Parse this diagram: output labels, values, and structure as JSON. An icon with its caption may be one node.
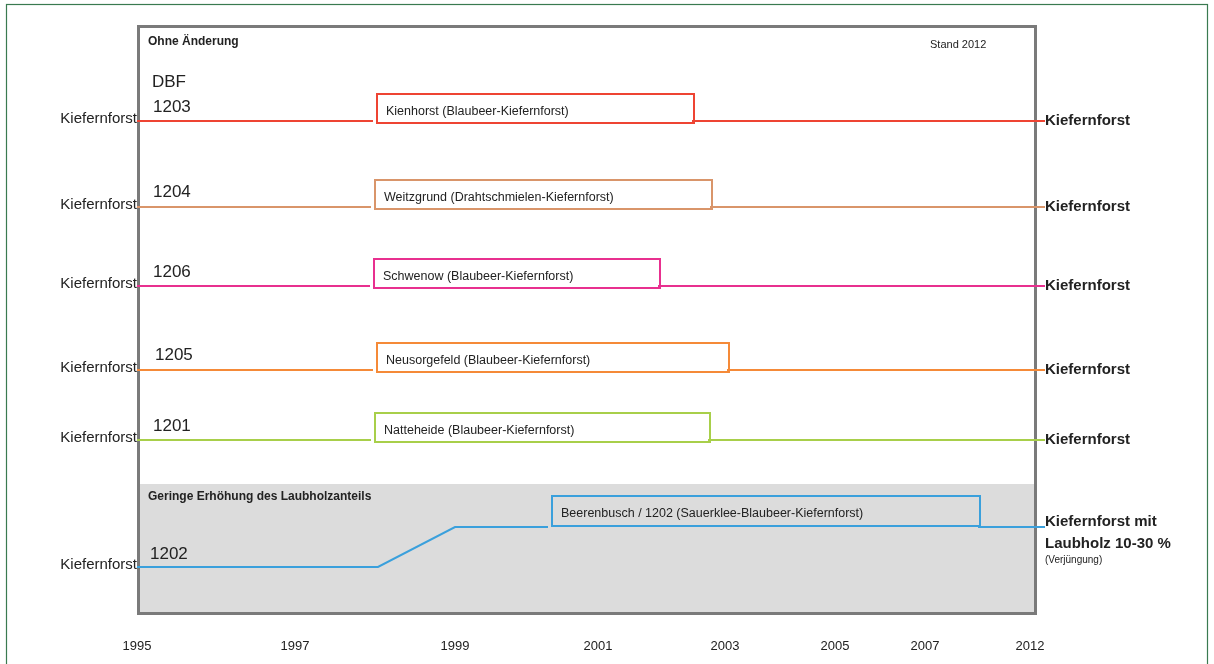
{
  "diagram": {
    "nodes": [
      {
        "text": [
          "Ohne Änderung"
        ]
      },
      {
        "text": [
          "Kiefernforst"
        ]
      },
      {
        "text": [
          "Kienhorst (Blaubeer-Kiefernforst)"
        ],
        "in": 0
      },
      {
        "text": [
          "Kiefernforst"
        ]
      },
      {
        "text": [
          "Kiefernforst"
        ]
      },
      {
        "text": [
          "Weitzgrund (Drahtschmielen-Kiefernforst)"
        ],
        "in": 0
      },
      {
        "text": [
          "Kiefernforst"
        ]
      },
      {
        "text": [
          "Kiefernforst"
        ]
      },
      {
        "text": [
          "Schwenow (Blaubeer-Kiefernforst)"
        ],
        "in": 0
      },
      {
        "text": [
          "Kiefernforst"
        ]
      },
      {
        "text": [
          "Kiefernforst"
        ]
      },
      {
        "text": [
          "Neusorgefeld (Blaubeer-Kiefernforst)"
        ],
        "in": 0
      },
      {
        "text": [
          "Kiefernforst"
        ]
      },
      {
        "text": [
          "Kiefernforst"
        ]
      },
      {
        "text": [
          "Natteheide (Blaubeer-Kiefernforst)"
        ],
        "in": 0
      },
      {
        "text": [
          "Kiefernforst"
        ]
      },
      {
        "text": [
          "Geringe Erhöhung des Laubholzanteils"
        ]
      },
      {
        "text": [
          "Kiefernforst"
        ]
      },
      {
        "text": [
          "Beerenbusch / 1202 (Sauerklee-Blaubeer-Kiefernforst)"
        ],
        "in": 16
      },
      {
        "text": [
          "Kiefernforst mit Laubholz 10-30 %",
          "(Verjüngung)"
        ]
      }
    ],
    "edges": [
      {
        "from": 1,
        "to": 2,
        "arrow": "none",
        "color": "#ee4433"
      },
      {
        "from": 2,
        "to": 3,
        "arrow": "none",
        "color": "#ee4433"
      },
      {
        "from": 4,
        "to": 5,
        "arrow": "none",
        "color": "#d9956a"
      },
      {
        "from": 5,
        "to": 6,
        "arrow": "none",
        "color": "#d9956a"
      },
      {
        "from": 7,
        "to": 8,
        "arrow": "none",
        "color": "#e8308f"
      },
      {
        "from": 8,
        "to": 9,
        "arrow": "none",
        "color": "#e8308f"
      },
      {
        "from": 10,
        "to": 11,
        "arrow": "none",
        "color": "#f58a38"
      },
      {
        "from": 11,
        "to": 12,
        "arrow": "none",
        "color": "#f58a38"
      },
      {
        "from": 13,
        "to": 14,
        "arrow": "none",
        "color": "#a8cf4a"
      },
      {
        "from": 14,
        "to": 15,
        "arrow": "none",
        "color": "#a8cf4a"
      },
      {
        "from": 17,
        "to": 18,
        "arrow": "none",
        "color": "#3aa0dc"
      },
      {
        "from": 18,
        "to": 19,
        "arrow": "none",
        "color": "#3aa0dc"
      }
    ],
    "labels": [
      "Stand 2012",
      "DBF",
      "1203",
      "1204",
      "1206",
      "1205",
      "1201",
      "1202",
      "1995",
      "1997",
      "1999",
      "2001",
      "2003",
      "2005",
      "2007",
      "2012"
    ]
  }
}
